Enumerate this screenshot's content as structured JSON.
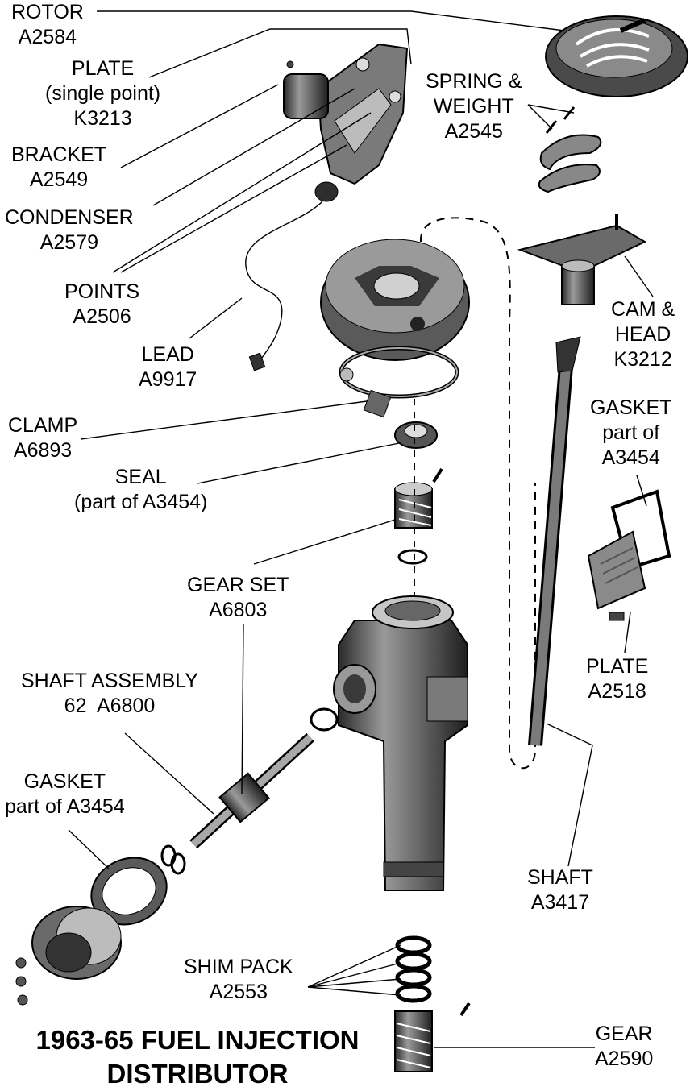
{
  "title": {
    "line1": "1963-65 FUEL INJECTION",
    "line2": "DISTRIBUTOR"
  },
  "labels": {
    "rotor": {
      "name": "ROTOR",
      "number": "A2584"
    },
    "plate_single": {
      "name": "PLATE",
      "detail": "(single point)",
      "number": "K3213"
    },
    "bracket": {
      "name": "BRACKET",
      "number": "A2549"
    },
    "condenser": {
      "name": "CONDENSER",
      "number": "A2579"
    },
    "points": {
      "name": "POINTS",
      "number": "A2506"
    },
    "lead": {
      "name": "LEAD",
      "number": "A9917"
    },
    "clamp": {
      "name": "CLAMP",
      "number": "A6893"
    },
    "seal": {
      "name": "SEAL",
      "detail": "(part of A3454)"
    },
    "gear_set": {
      "name": "GEAR SET",
      "number": "A6803"
    },
    "shaft_assembly": {
      "name": "SHAFT ASSEMBLY",
      "number": "62  A6800"
    },
    "gasket_left": {
      "name": "GASKET",
      "detail": "part of A3454"
    },
    "shim_pack": {
      "name": "SHIM PACK",
      "number": "A2553"
    },
    "spring_weight": {
      "name": "SPRING &",
      "name2": "WEIGHT",
      "number": "A2545"
    },
    "cam_head": {
      "name": "CAM &",
      "name2": "HEAD",
      "number": "K3212"
    },
    "gasket_right": {
      "name": "GASKET",
      "detail": "part of",
      "number": "A3454"
    },
    "plate_right": {
      "name": "PLATE",
      "number": "A2518"
    },
    "shaft": {
      "name": "SHAFT",
      "number": "A3417"
    },
    "gear": {
      "name": "GEAR",
      "number": "A2590"
    }
  }
}
